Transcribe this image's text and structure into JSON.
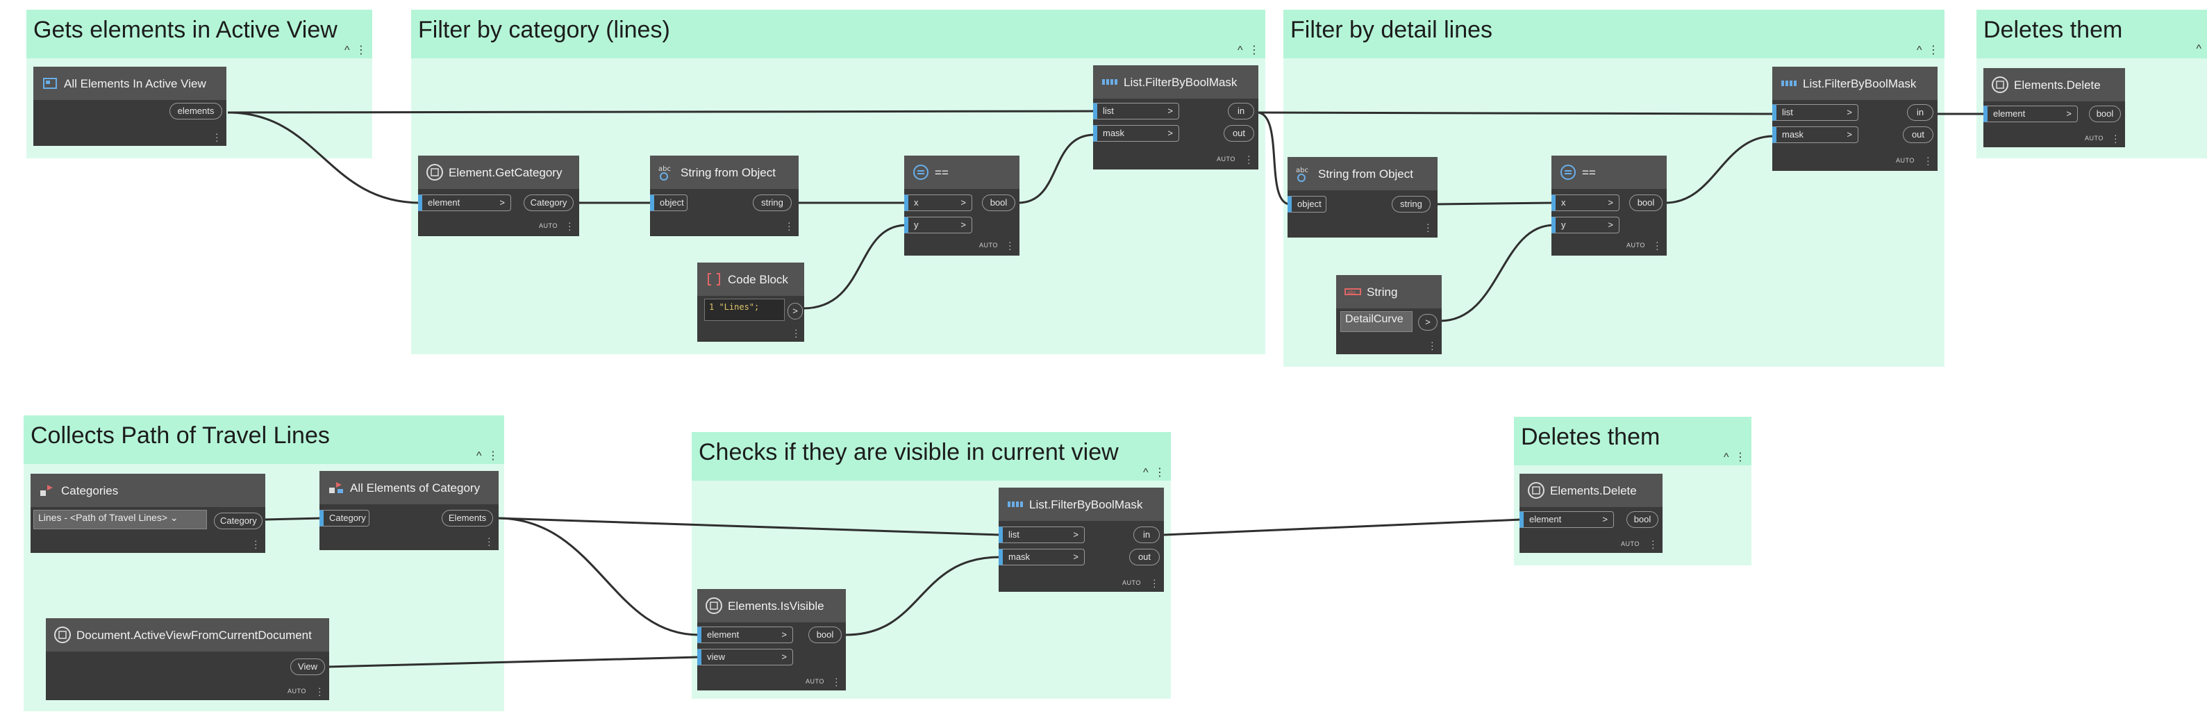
{
  "groups": {
    "g1": {
      "title": "Gets elements in Active View"
    },
    "g2": {
      "title": "Filter by category (lines)"
    },
    "g3": {
      "title": "Filter by detail lines"
    },
    "g4": {
      "title": "Deletes them"
    },
    "g5": {
      "title": "Collects Path of Travel Lines"
    },
    "g6": {
      "title": "Checks if they are visible in current view"
    },
    "g7": {
      "title": "Deletes them"
    },
    "collapse_glyph": "^",
    "menu_glyph": "⋮"
  },
  "nodes": {
    "all_elements_active_view": {
      "title": "All Elements In Active View",
      "out": "elements"
    },
    "element_get_category": {
      "title": "Element.GetCategory",
      "in": "element",
      "out": "Category",
      "lacing": "AUTO"
    },
    "string_from_object_1": {
      "title": "String from Object",
      "in": "object",
      "out": "string"
    },
    "equals_1": {
      "title": "==",
      "in_x": "x",
      "in_y": "y",
      "out": "bool",
      "lacing": "AUTO"
    },
    "code_block": {
      "title": "Code Block",
      "code": "1 \"Lines\";",
      "out": ">"
    },
    "filter_bool_1": {
      "title": "List.FilterByBoolMask",
      "in_list": "list",
      "in_mask": "mask",
      "out_in": "in",
      "out_out": "out",
      "lacing": "AUTO"
    },
    "string_from_object_2": {
      "title": "String from Object",
      "in": "object",
      "out": "string"
    },
    "string_node": {
      "title": "String",
      "value": "DetailCurve",
      "out": ">"
    },
    "equals_2": {
      "title": "==",
      "in_x": "x",
      "in_y": "y",
      "out": "bool",
      "lacing": "AUTO"
    },
    "filter_bool_2": {
      "title": "List.FilterByBoolMask",
      "in_list": "list",
      "in_mask": "mask",
      "out_in": "in",
      "out_out": "out",
      "lacing": "AUTO"
    },
    "elements_delete_1": {
      "title": "Elements.Delete",
      "in": "element",
      "out": "bool",
      "lacing": "AUTO"
    },
    "categories": {
      "title": "Categories",
      "selected": "Lines - <Path of Travel Lines>",
      "out": "Category"
    },
    "all_elements_of_category": {
      "title": "All Elements of Category",
      "in": "Category",
      "out": "Elements"
    },
    "active_view_doc": {
      "title": "Document.ActiveViewFromCurrentDocument",
      "out": "View",
      "lacing": "AUTO"
    },
    "elements_is_visible": {
      "title": "Elements.IsVisible",
      "in_element": "element",
      "in_view": "view",
      "out": "bool",
      "lacing": "AUTO"
    },
    "filter_bool_3": {
      "title": "List.FilterByBoolMask",
      "in_list": "list",
      "in_mask": "mask",
      "out_in": "in",
      "out_out": "out",
      "lacing": "AUTO"
    },
    "elements_delete_2": {
      "title": "Elements.Delete",
      "in": "element",
      "out": "bool",
      "lacing": "AUTO"
    }
  },
  "chev": ">",
  "colors": {
    "group_body": "#dcfaec",
    "group_head": "#b4f5d7",
    "node_body": "#3a3a3a",
    "node_head": "#535353",
    "port_accent": "#52a7e0",
    "wire": "#2f2f2f"
  }
}
